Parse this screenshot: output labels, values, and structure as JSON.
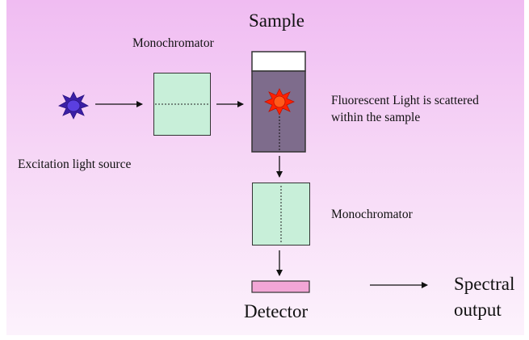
{
  "labels": {
    "sample": "Sample",
    "monochromator_top": "Monochromator",
    "excitation_source": "Excitation light source",
    "fluorescent_line1": "Fluorescent Light is scattered",
    "fluorescent_line2": "within the sample",
    "monochromator_bottom": "Monochromator",
    "detector": "Detector",
    "spectral_line1": "Spectral",
    "spectral_line2": "output"
  },
  "colors": {
    "background_top": "#f0bcf2",
    "background_bottom": "#fcf2fc",
    "monochromator_fill": "#c8efd9",
    "sample_fill": "#7e6c8c",
    "detector_fill": "#f2a6d6",
    "source_star_outer": "#3b1fa6",
    "source_star_inner": "#5a3fe0",
    "fluorescence_star_outer": "#ff2200",
    "fluorescence_star_inner": "#ff5a1a"
  },
  "icons": {
    "excitation": "star-burst-icon",
    "fluorescence": "star-burst-icon"
  }
}
